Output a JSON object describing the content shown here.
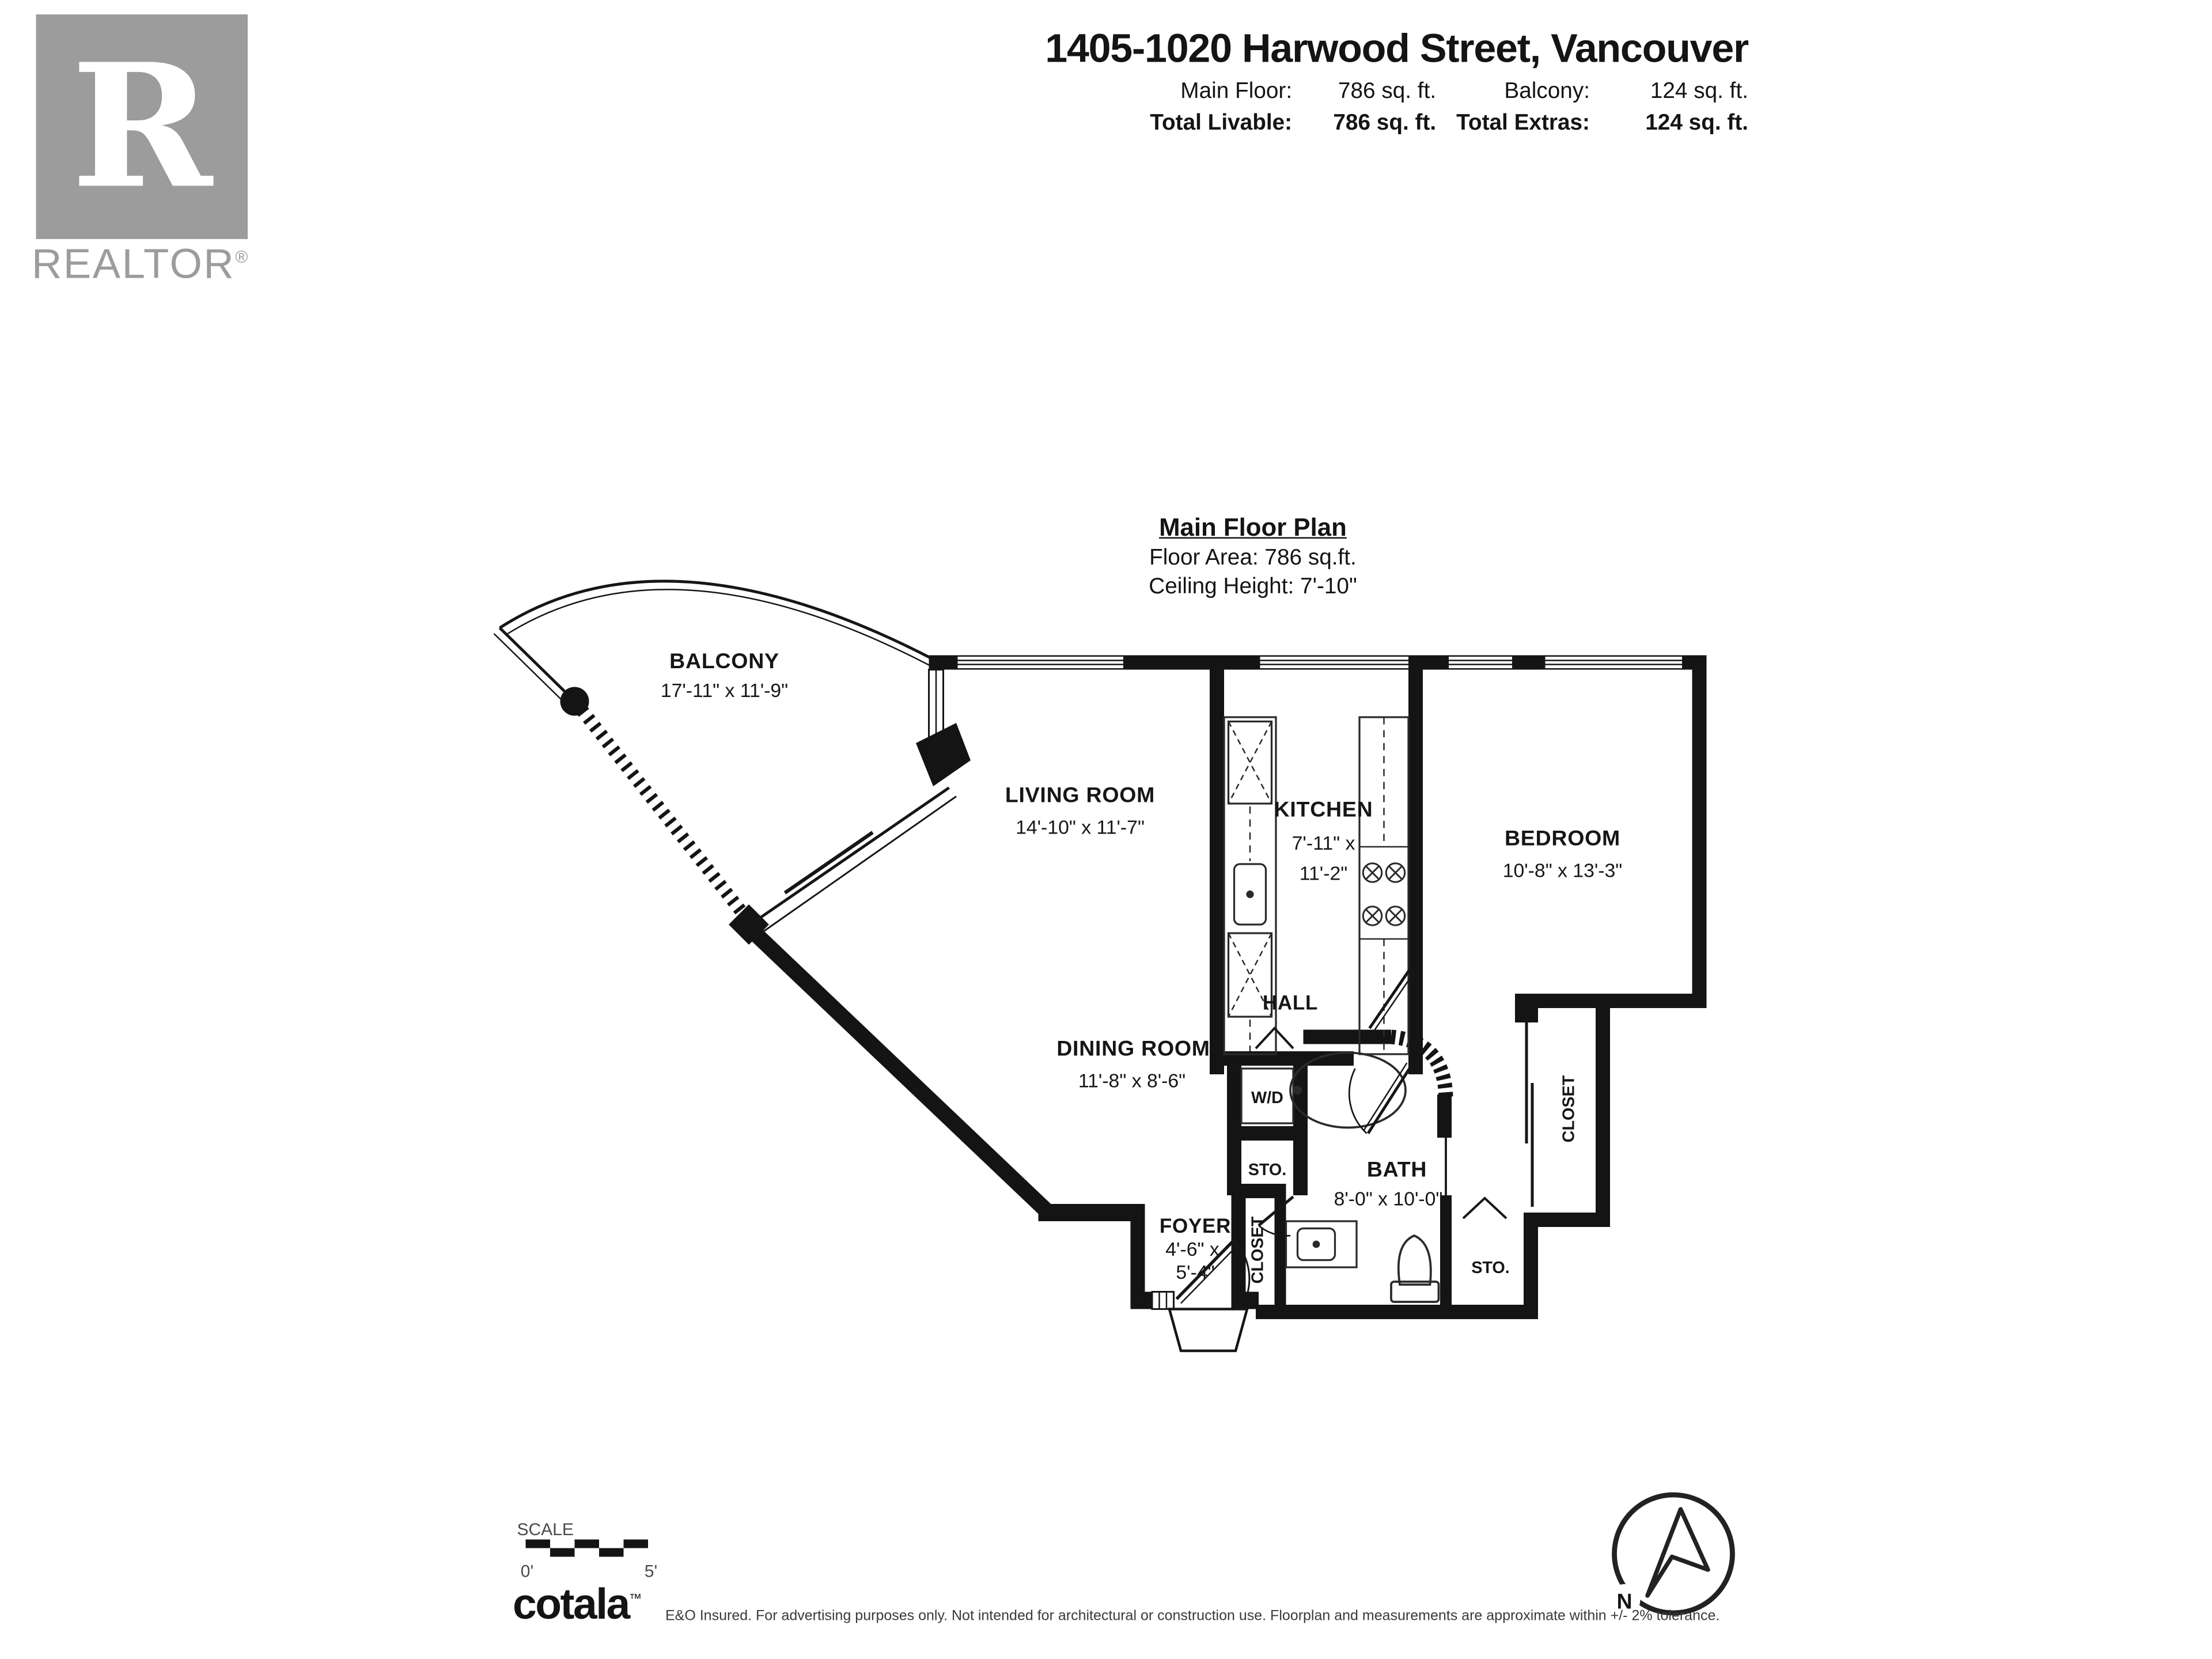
{
  "colors": {
    "wall": "#141414",
    "logo_gray": "#9c9c9c"
  },
  "header": {
    "title": "1405-1020 Harwood Street, Vancouver",
    "main_floor_label": "Main Floor:",
    "main_floor_value": "786 sq. ft.",
    "balcony_label": "Balcony:",
    "balcony_value": "124 sq. ft.",
    "total_livable_label": "Total Livable:",
    "total_livable_value": "786 sq. ft.",
    "total_extras_label": "Total Extras:",
    "total_extras_value": "124 sq. ft."
  },
  "realtor": {
    "r": "R",
    "name": "REALTOR",
    "reg": "®"
  },
  "plan_title": {
    "title": "Main Floor Plan",
    "floor_area": "Floor Area: 786 sq.ft.",
    "ceiling": "Ceiling Height: 7'-10\""
  },
  "rooms": {
    "balcony": {
      "name": "BALCONY",
      "dims": "17'-11\" x 11'-9\""
    },
    "living": {
      "name": "LIVING ROOM",
      "dims": "14'-10\" x 11'-7\""
    },
    "kitchen": {
      "name": "KITCHEN",
      "dims1": "7'-11\" x",
      "dims2": "11'-2\""
    },
    "bedroom": {
      "name": "BEDROOM",
      "dims": "10'-8\" x 13'-3\""
    },
    "dining": {
      "name": "DINING ROOM",
      "dims": "11'-8\" x 8'-6\""
    },
    "hall": {
      "name": "HALL"
    },
    "bath": {
      "name": "BATH",
      "dims": "8'-0\" x 10'-0\""
    },
    "foyer": {
      "name": "FOYER",
      "dims1": "4'-6\" x",
      "dims2": "5'-4\""
    },
    "wd": {
      "name": "W/D"
    },
    "sto_left": {
      "name": "STO."
    },
    "sto_right": {
      "name": "STO."
    },
    "closet_foyer": {
      "name": "CLOSET"
    },
    "closet_bedroom": {
      "name": "CLOSET"
    }
  },
  "scale": {
    "label": "SCALE",
    "start": "0'",
    "end": "5'"
  },
  "compass": {
    "north": "N"
  },
  "footer": {
    "brand": "cotala",
    "tm": "™",
    "disclaimer": "E&O Insured. For advertising purposes only. Not intended for architectural or construction use. Floorplan and measurements are approximate within +/- 2% tolerance."
  }
}
